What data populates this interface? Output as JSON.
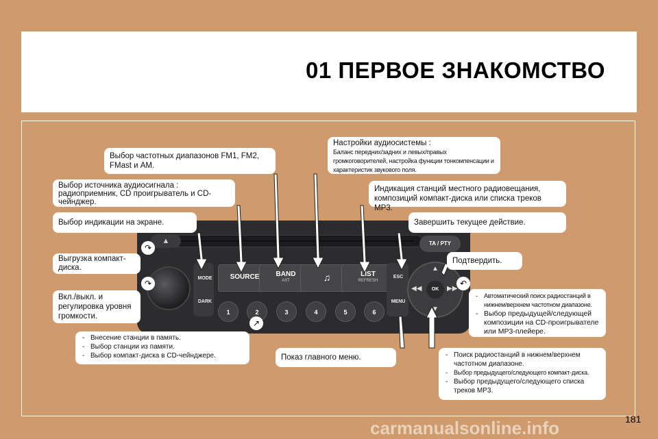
{
  "header": {
    "title": "01 ПЕРВОЕ ЗНАКОМСТВО"
  },
  "radio": {
    "eject": "▲",
    "ta_pty": "TA / PTY",
    "mode": "MODE",
    "dark": "DARK",
    "source": "SOURCE",
    "band": "BAND",
    "band_sub": "AST",
    "music": "♫",
    "list": "LIST",
    "list_sub": "REFRESH",
    "esc": "ESC",
    "menu": "MENU",
    "ok": "OK",
    "presets": [
      "1",
      "2",
      "3",
      "4",
      "5",
      "6"
    ]
  },
  "labels": {
    "freq": "Выбор частотных диапазонов FM1, FM2, FMast и AM.",
    "audio_settings_title": "Настройки аудиосистемы :",
    "audio_settings_body": "Баланс передних/задних и левых/правых громкоговорителей, настройка функции тонкомпенсации и характеристик звукового поля.",
    "source": "Выбор источника аудиосигнала : радиоприемник, CD проигрыватель и CD-чейнджер.",
    "stations": "Индикация станций местного радиовещания, композиций компакт-диска или списка треков MP3.",
    "display": "Выбор индикации на экране.",
    "finish": "Завершить текущее действие.",
    "eject": "Выгрузка компакт-диска.",
    "confirm": "Подтвердить.",
    "power": "Вкл./выкл. и регулировка уровня громкости.",
    "right_list": [
      "Автоматический поиск радиостанций в нижнем/верхнем частотном диапазоне.",
      "Выбор предыдущей/следующей композиции на CD-проигрывателе или MP3-плейере."
    ],
    "memory_list": [
      "Внесение станции в память.",
      "Выбор станции из памяти.",
      "Выбор компакт-диска в CD-чейнджере."
    ],
    "main_menu": "Показ главного меню.",
    "search_list": [
      "Поиск радиостанций в нижнем/верхнем частотном диапазоне.",
      "Выбор предыдущего/следующего компакт-диска.",
      "Выбор предыдущего/следующего списка треков MP3."
    ]
  },
  "page_number": "181",
  "watermark": "carmanualsonline.info"
}
